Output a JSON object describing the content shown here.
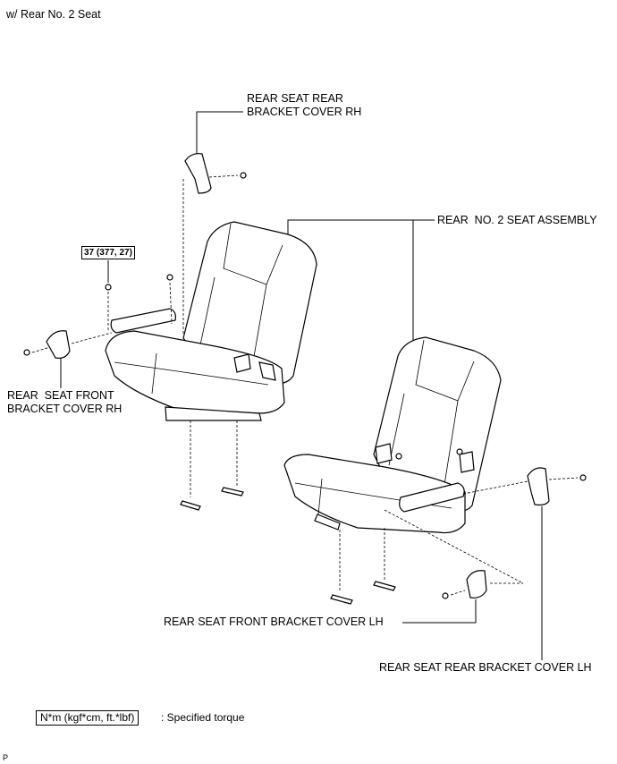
{
  "header": "w/ Rear No. 2 Seat",
  "labels": {
    "rear_bracket_cover_rh": "REAR SEAT REAR\nBRACKET COVER RH",
    "seat_assembly": "REAR  NO. 2 SEAT ASSEMBLY",
    "front_bracket_cover_rh": "REAR  SEAT FRONT\nBRACKET COVER RH",
    "front_bracket_cover_lh": "REAR SEAT FRONT BRACKET COVER LH",
    "rear_bracket_cover_lh": "REAR SEAT REAR BRACKET COVER LH"
  },
  "torque_value": "37 (377, 27)",
  "legend": {
    "unit": "N*m (kgf*cm, ft.*lbf)",
    "description": ": Specified torque"
  },
  "corner_mark": "P"
}
